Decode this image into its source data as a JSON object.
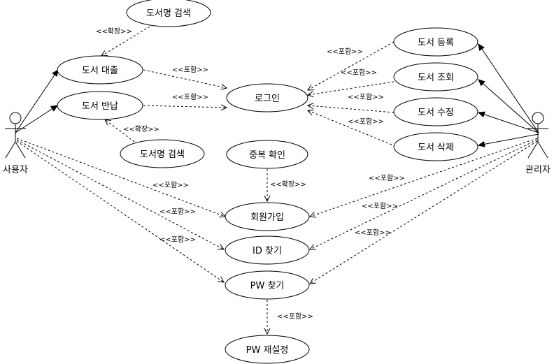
{
  "actors": {
    "user": "사용자",
    "admin": "관리자"
  },
  "usecases": {
    "book_search_top": "도서명 검색",
    "book_loan": "도서 대출",
    "book_return": "도서 반납",
    "book_search_bottom": "도서명 검색",
    "login": "로그인",
    "book_register": "도서 등록",
    "book_view": "도서 조회",
    "book_edit": "도서 수정",
    "book_delete": "도서 삭제",
    "dup_check": "중복 확인",
    "signup": "회원가입",
    "find_id": "ID 찾기",
    "find_pw": "PW 찾기",
    "reset_pw": "PW 재설정"
  },
  "stereotypes": {
    "extend": "<<확장>>",
    "include": "<<포함>>"
  }
}
